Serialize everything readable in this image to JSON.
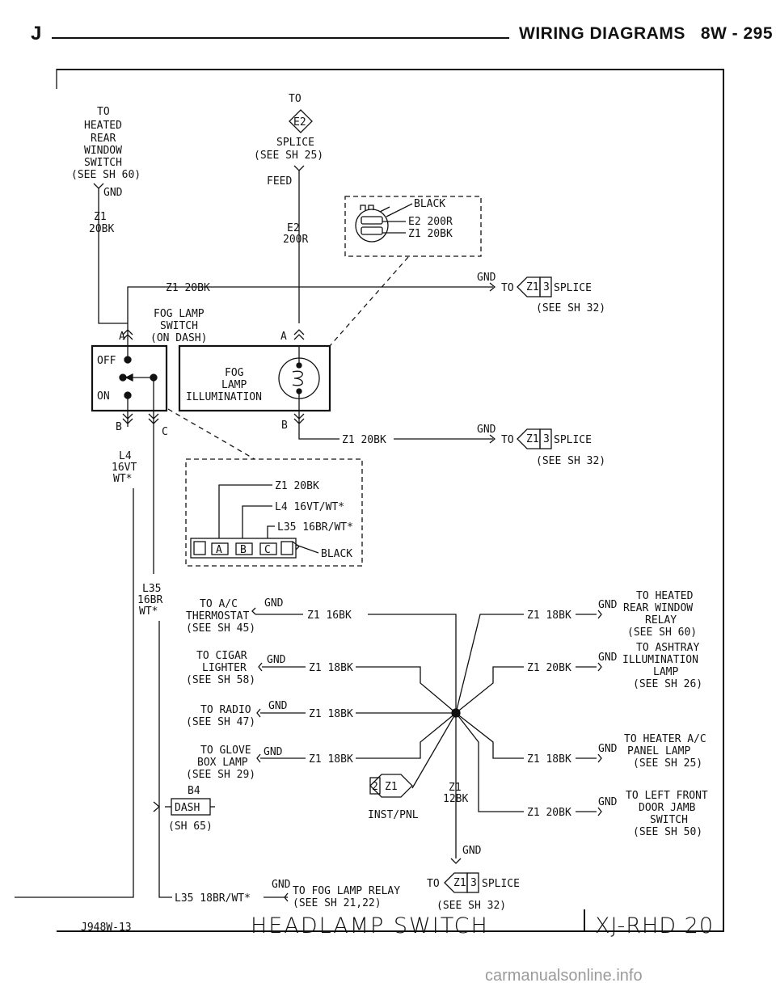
{
  "header": {
    "letter": "J",
    "title": "WIRING DIAGRAMS   8W - 295"
  },
  "footer": {
    "code": "J948W-13",
    "title": "HEADLAMP SWITCH",
    "tag": "XJ-RHD 20"
  },
  "watermark": "carmanualsonline.info",
  "labels": {
    "to_top": "TO",
    "e2_badge": "E2",
    "splice_sh25": [
      "SPLICE",
      "(SEE SH 25)"
    ],
    "feed": "FEED",
    "e2_200r": [
      "E2",
      "200R"
    ],
    "heated_rear_window_switch": [
      "TO",
      "HEATED",
      "REAR",
      "WINDOW",
      "SWITCH",
      "(SEE SH 60)"
    ],
    "gnd": "GND",
    "z1_20bk_stack": [
      "Z1",
      "20BK"
    ],
    "conn_top_black": "BLACK",
    "conn_top_e2": "E2 200R",
    "conn_top_z1": "Z1 20BK",
    "z1_20bk": "Z1 20BK",
    "to": "TO",
    "z1": "Z1",
    "three": "3",
    "splice": "SPLICE",
    "see_sh32": "(SEE SH 32)",
    "fog_lamp_switch": [
      "FOG LAMP",
      "SWITCH",
      "(ON DASH)"
    ],
    "pin_a": "A",
    "pin_b": "B",
    "pin_c": "C",
    "off": "OFF",
    "on": "ON",
    "fog_lamp_illumination": [
      "FOG",
      "LAMP",
      "ILLUMINATION"
    ],
    "l4_16vt_wt": [
      "L4",
      "16VT",
      "WT*"
    ],
    "conn_mid_z1": "Z1 20BK",
    "conn_mid_l4": "L4 16VT/WT*",
    "conn_mid_l35": "L35 16BR/WT*",
    "conn_mid_black": "BLACK",
    "l35_16br_wt": [
      "L35",
      "16BR",
      "WT*"
    ],
    "ac_thermostat": [
      "TO A/C",
      "THERMOSTAT",
      "(SEE SH 45)"
    ],
    "z1_16bk": "Z1 16BK",
    "z1_18bk": "Z1 18BK",
    "cigar_lighter": [
      "TO CIGAR",
      "LIGHTER",
      "(SEE SH 58)"
    ],
    "radio": [
      "TO RADIO",
      "(SEE SH 47)"
    ],
    "glove_box_lamp": [
      "TO GLOVE",
      "BOX LAMP",
      "(SEE SH 29)"
    ],
    "heated_rear_window_relay": [
      "TO HEATED",
      "REAR WINDOW",
      "RELAY",
      "(SEE SH 60)"
    ],
    "ashtray_illumination": [
      "TO ASHTRAY",
      "ILLUMINATION",
      "LAMP",
      "(SEE SH 26)"
    ],
    "heater_ac_panel": [
      "TO HEATER A/C",
      "PANEL LAMP",
      "(SEE SH 25)"
    ],
    "left_front_door_jamb": [
      "TO LEFT FRONT",
      "DOOR JAMB",
      "SWITCH",
      "(SEE SH 50)"
    ],
    "b4": "B4",
    "dash": "DASH",
    "sh65": "(SH 65)",
    "two": "2",
    "inst_pnl": "INST/PNL",
    "z1_12bk": [
      "Z1",
      "12BK"
    ],
    "l35_18br_wt": "L35 18BR/WT*",
    "fog_lamp_relay": [
      "TO FOG LAMP RELAY",
      "(SEE SH 21,22)"
    ]
  }
}
